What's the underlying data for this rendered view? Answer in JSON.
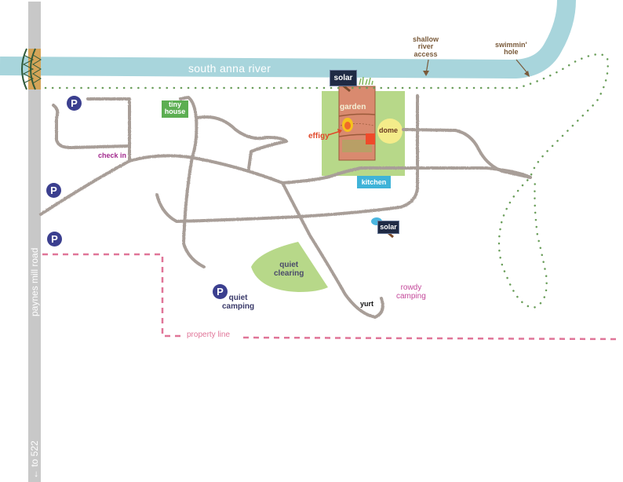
{
  "title": "Site map",
  "colors": {
    "river": "#a8d5dc",
    "road": "#c8c8c8",
    "path": "#a89e98",
    "trail_dots": "#6a9e5a",
    "property_line": "#e07598",
    "clearing": "#b7d889",
    "garden_area": "#b7d889",
    "garden_bed": "#d98a6f",
    "kitchen": "#3fb3d8",
    "tiny_house": "#5cae52",
    "dome": "#f4ec8a",
    "parking": "#3b3f8f",
    "solar": "#1f2a44",
    "effigy_marker": "#ef4a2a"
  },
  "labels": {
    "river": "south anna river",
    "shallow_access": [
      "shallow",
      "river",
      "access"
    ],
    "swimmin_hole": [
      "swimmin'",
      "hole"
    ],
    "road": "paynes mill road",
    "road_direction": "← to 522",
    "tiny_house": [
      "tiny",
      "house"
    ],
    "solar_top": "solar",
    "solar_bottom": "solar",
    "garden": "garden",
    "dome": "dome",
    "effigy": "effigy",
    "kitchen": "kitchen",
    "check_in": "check in",
    "quiet_clearing": [
      "quiet",
      "clearing"
    ],
    "quiet_camping": [
      "quiet",
      "camping"
    ],
    "rowdy_camping": [
      "rowdy",
      "camping"
    ],
    "yurt": "yurt",
    "property_line": "property line",
    "parking": "P"
  },
  "parking_spots": [
    {
      "label": "P",
      "near": "top-left loop"
    },
    {
      "label": "P",
      "near": "road entrance"
    },
    {
      "label": "P",
      "near": "property line corner"
    },
    {
      "label": "P",
      "near": "quiet camping"
    }
  ]
}
